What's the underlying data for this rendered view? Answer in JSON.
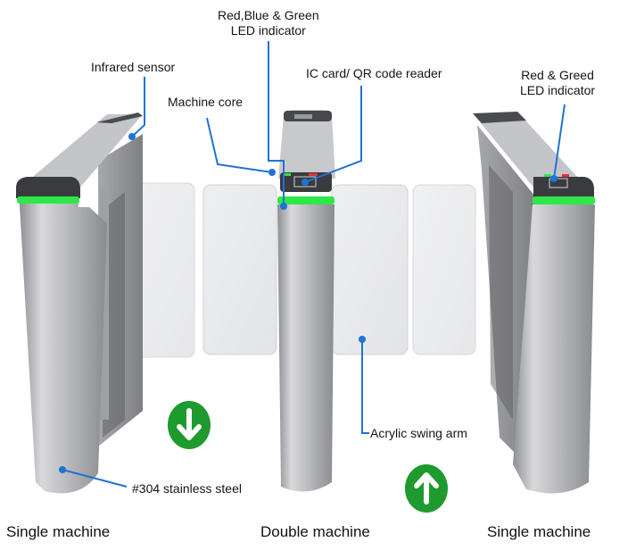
{
  "title": "Swing barrier turnstile components",
  "colors": {
    "callout_line": "#1f73d6",
    "led_ring": "#2ee84a",
    "arrow_badge": "#1f9a2e",
    "steel_light": "#d4d4d6",
    "steel_dark": "#8d8e92",
    "top_cap": "#3a3b3e"
  },
  "annotations": {
    "infrared_sensor": "Infrared sensor",
    "rgb_led_line1": "Red,Blue & Green",
    "rgb_led_line2": "LED indicator",
    "machine_core": "Machine core",
    "card_reader": "IC card/ QR code reader",
    "rg_led_line1": "Red & Greed",
    "rg_led_line2": "LED indicator",
    "swing_arm": "Acrylic swing arm",
    "material": "#304 stainless steel"
  },
  "captions": {
    "left": "Single machine",
    "middle": "Double machine",
    "right": "Single machine"
  },
  "direction_icons": {
    "entry": "arrow-down-icon",
    "exit": "arrow-up-icon"
  }
}
